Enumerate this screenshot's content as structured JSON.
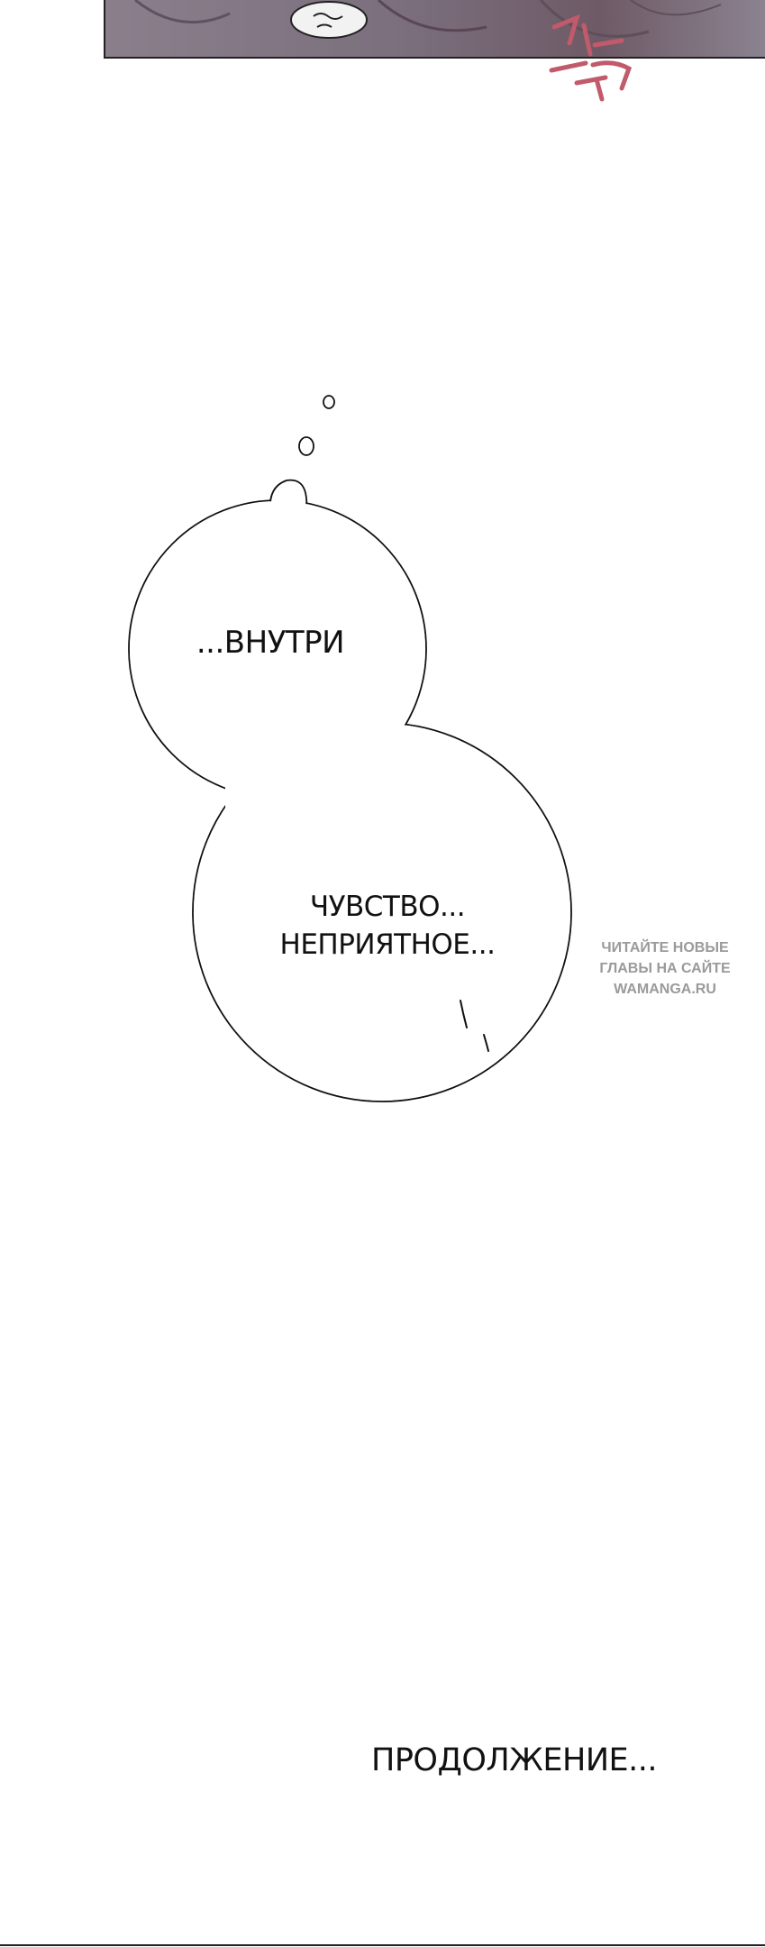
{
  "panel_top": {
    "sfx_text": "쩌운",
    "bg_color": "#7d6f7c",
    "sfx_color": "#c15a6a"
  },
  "thought_bubble": {
    "upper_text": "...ВНУТРИ",
    "lower_lines": [
      "ЧУВСТВО...",
      "НЕПРИЯТНОЕ..."
    ]
  },
  "watermark": {
    "lines": [
      "ЧИТАЙТЕ НОВЫЕ",
      "ГЛАВЫ НА САЙТЕ",
      "WAMANGA.RU"
    ]
  },
  "footer": {
    "continue_text": "ПРОДОЛЖЕНИЕ..."
  }
}
